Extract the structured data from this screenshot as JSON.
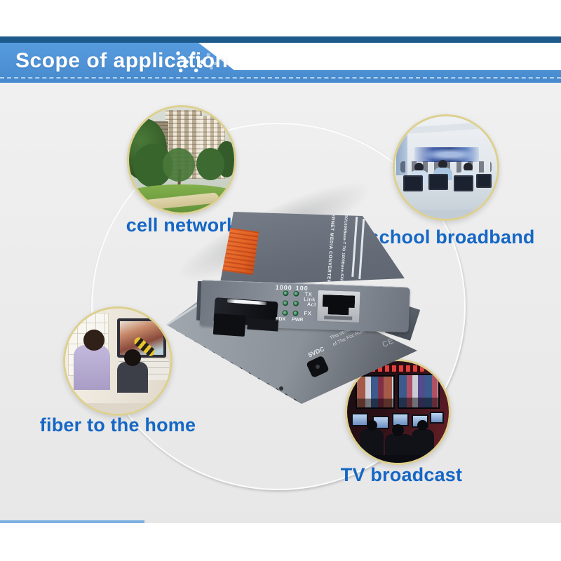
{
  "header": {
    "title": "Scope of application"
  },
  "applications": [
    {
      "label": "cell network"
    },
    {
      "label": "school broadband"
    },
    {
      "label": "fiber to the home"
    },
    {
      "label": "TV broadcast"
    }
  ],
  "product": {
    "top_text_line1": "ETHERNET MEDIA CONVERTER",
    "top_text_line2": "10/100/1000Base-T TO 1000Base-SX/LX",
    "panel": {
      "speed_1000": "1000",
      "speed_100": "100",
      "led_tx": "TX",
      "led_link": "Link",
      "led_act": "Act",
      "led_fx": "FX",
      "fdx": "FDX",
      "pwr": "PWR"
    },
    "base": {
      "power": "5VDC",
      "fcc_line1": "This device Complies With Part15",
      "fcc_line2": "of The Fcc Rules E2",
      "ce": "CE"
    }
  },
  "colors": {
    "banner_blue": "#4f93d6",
    "banner_navy": "#1d5a8c",
    "caption_blue": "#1567c5",
    "circle_border": "#ddd08e"
  }
}
